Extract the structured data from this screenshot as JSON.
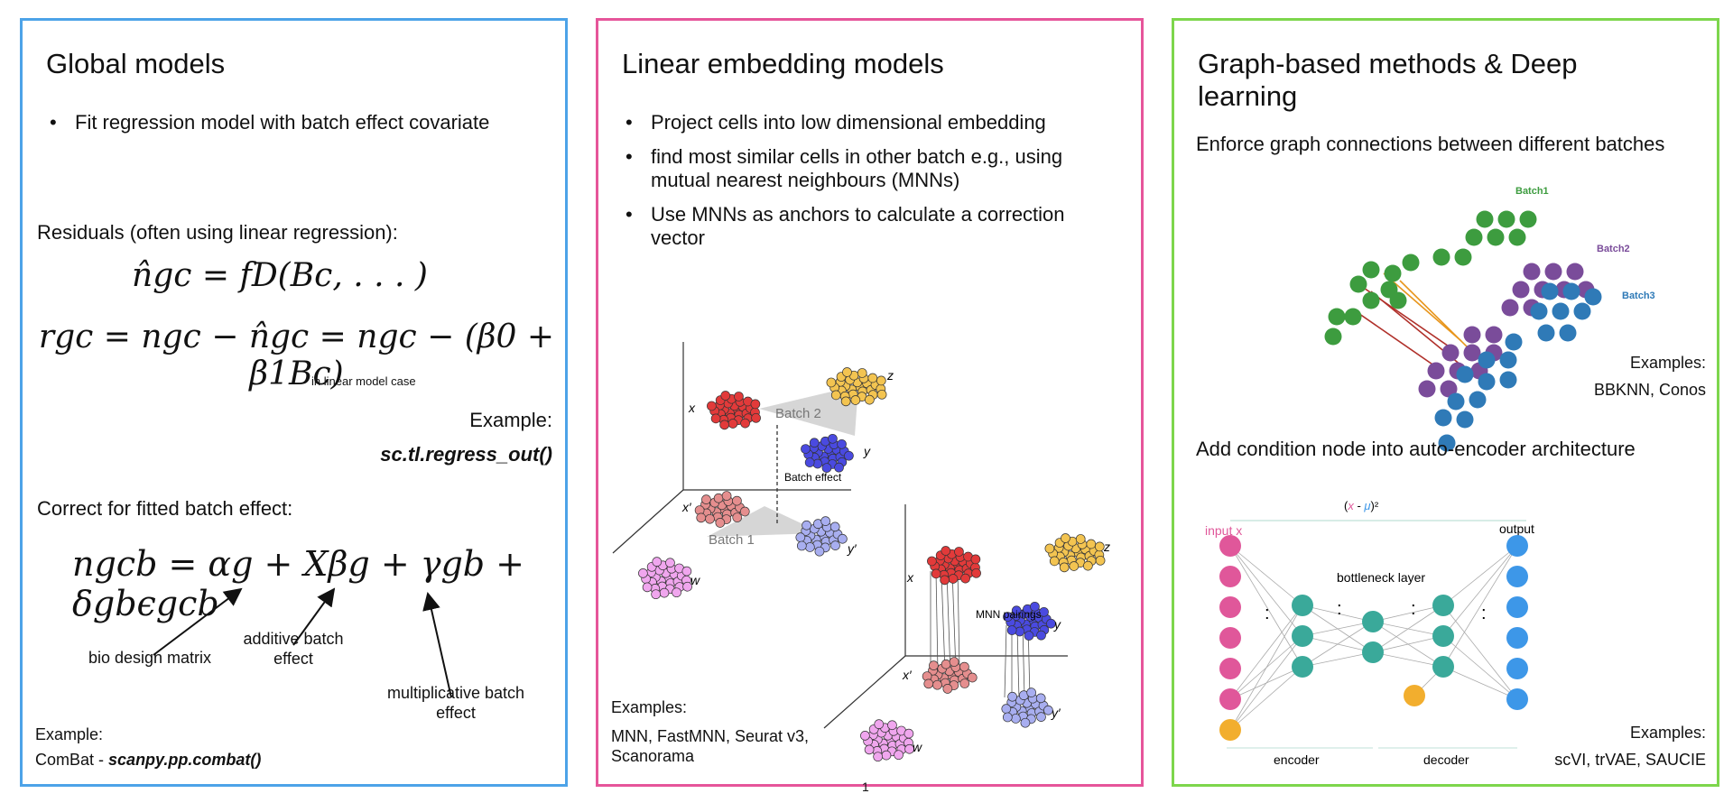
{
  "global": {
    "title": "Global models",
    "bullets": [
      "Fit regression model with batch effect covariate"
    ],
    "residuals_heading": "Residuals (often using linear regression):",
    "eq1": "n̂gc = fD(Bc, . . . )",
    "eq2": "rgc = ngc − n̂gc = ngc − (β0 + β1Bc)",
    "eq2_note": "in linear model case",
    "example1_label": "Example:",
    "example1_value": "sc.tl.regress_out()",
    "correct_heading": "Correct for fitted batch effect:",
    "eq3": "ngcb = αg + Xβg + γgb + δgbϵgcb",
    "annotations": [
      "bio design matrix",
      "additive batch effect",
      "multiplicative batch effect"
    ],
    "example2_label": "Example:",
    "example2_prefix": "ComBat - ",
    "example2_value": "scanpy.pp.combat()"
  },
  "linear": {
    "title": "Linear embedding models",
    "bullets": [
      "Project cells into low dimensional embedding",
      "find most similar cells in other batch e.g., using mutual nearest neighbours (MNNs)",
      "Use MNNs as anchors to calculate a correction vector"
    ],
    "figure_labels": {
      "x": "x",
      "y": "y",
      "z": "z",
      "w": "w",
      "xp": "x′",
      "yp": "y′",
      "batch2": "Batch 2",
      "batch1": "Batch 1",
      "batch_effect": "Batch effect",
      "mnn_pairings": "MNN pairings"
    },
    "examples_label": "Examples:",
    "examples_value": "MNN, FastMNN, Seurat v3, Scanorama"
  },
  "graph": {
    "title": "Graph-based methods & Deep learning",
    "subheading1": "Enforce graph connections between different batches",
    "batch_labels": [
      "Batch1",
      "Batch2",
      "Batch3"
    ],
    "examples1_label": "Examples:",
    "examples1_value": "BBKNN, Conos",
    "subheading2": "Add condition node into auto-encoder architecture",
    "loss_label": "(x - μ)²",
    "input_label": "input x",
    "output_label": "output",
    "bottleneck_label": "bottleneck layer",
    "encoder_label": "encoder",
    "decoder_label": "decoder",
    "examples2_label": "Examples:",
    "examples2_value": "scVI, trVAE, SAUCIE"
  },
  "page_number": "1",
  "colors": {
    "panel1_border": "#4da3e8",
    "panel2_border": "#e6559a",
    "panel3_border": "#7dd64c",
    "batch1_green": "#3d9c3f",
    "batch2_purple": "#7a4c9a",
    "batch3_blue": "#2f7ab7",
    "input_pink": "#e0579a",
    "hidden_teal": "#3aa99a",
    "output_blue": "#3d97e8",
    "condition_orange": "#f2ae2e"
  }
}
